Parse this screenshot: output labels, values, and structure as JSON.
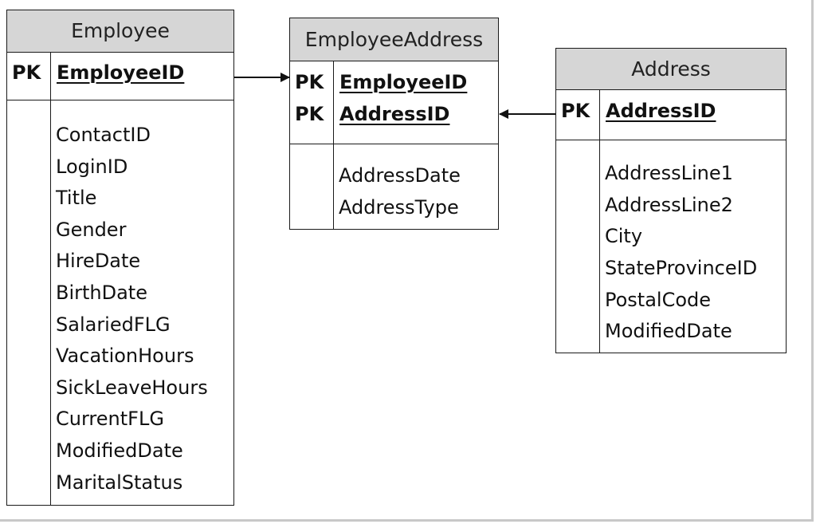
{
  "entities": {
    "employee": {
      "name": "Employee",
      "keys": [
        {
          "marker": "PK",
          "field": "EmployeeID"
        }
      ],
      "attributes": [
        "ContactID",
        "LoginID",
        "Title",
        "Gender",
        "HireDate",
        "BirthDate",
        "SalariedFLG",
        "VacationHours",
        "SickLeaveHours",
        "CurrentFLG",
        "ModifiedDate",
        "MaritalStatus"
      ]
    },
    "employee_address": {
      "name": "EmployeeAddress",
      "keys": [
        {
          "marker": "PK",
          "field": "EmployeeID"
        },
        {
          "marker": "PK",
          "field": "AddressID"
        }
      ],
      "attributes": [
        "AddressDate",
        "AddressType"
      ]
    },
    "address": {
      "name": "Address",
      "keys": [
        {
          "marker": "PK",
          "field": "AddressID"
        }
      ],
      "attributes": [
        "AddressLine1",
        "AddressLine2",
        "City",
        "StateProvinceID",
        "PostalCode",
        "ModifiedDate"
      ]
    }
  },
  "relationships": [
    {
      "from": "Employee",
      "to": "EmployeeAddress"
    },
    {
      "from": "Address",
      "to": "EmployeeAddress"
    }
  ],
  "colors": {
    "header_fill": "#d6d6d6",
    "border": "#1a1a1a",
    "text": "#111111"
  }
}
